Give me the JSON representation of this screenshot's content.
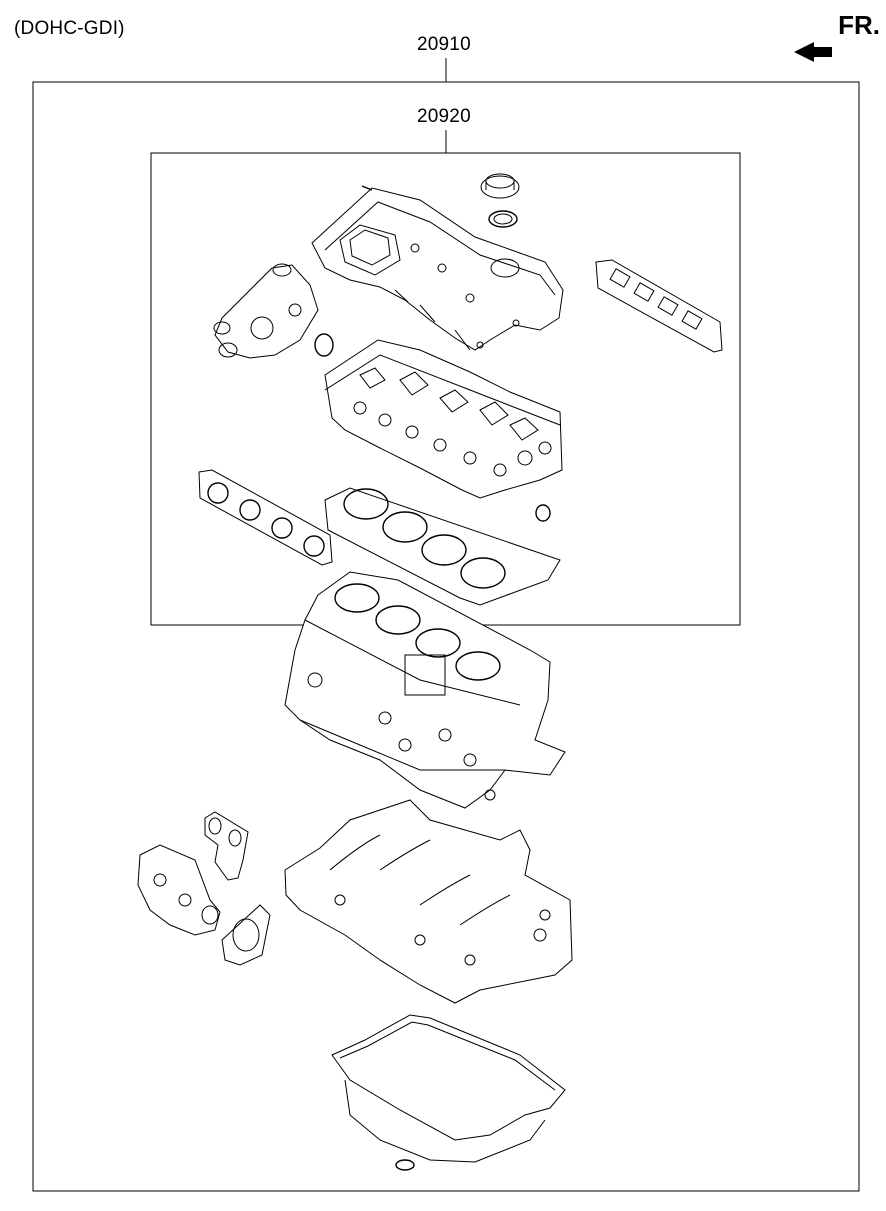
{
  "header": {
    "variant": "(DOHC-GDI)",
    "front_marker": "FR."
  },
  "callouts": {
    "outer_kit": "20910",
    "inner_kit": "20920"
  },
  "icons": {
    "front_arrow": "arrow-left-icon"
  }
}
